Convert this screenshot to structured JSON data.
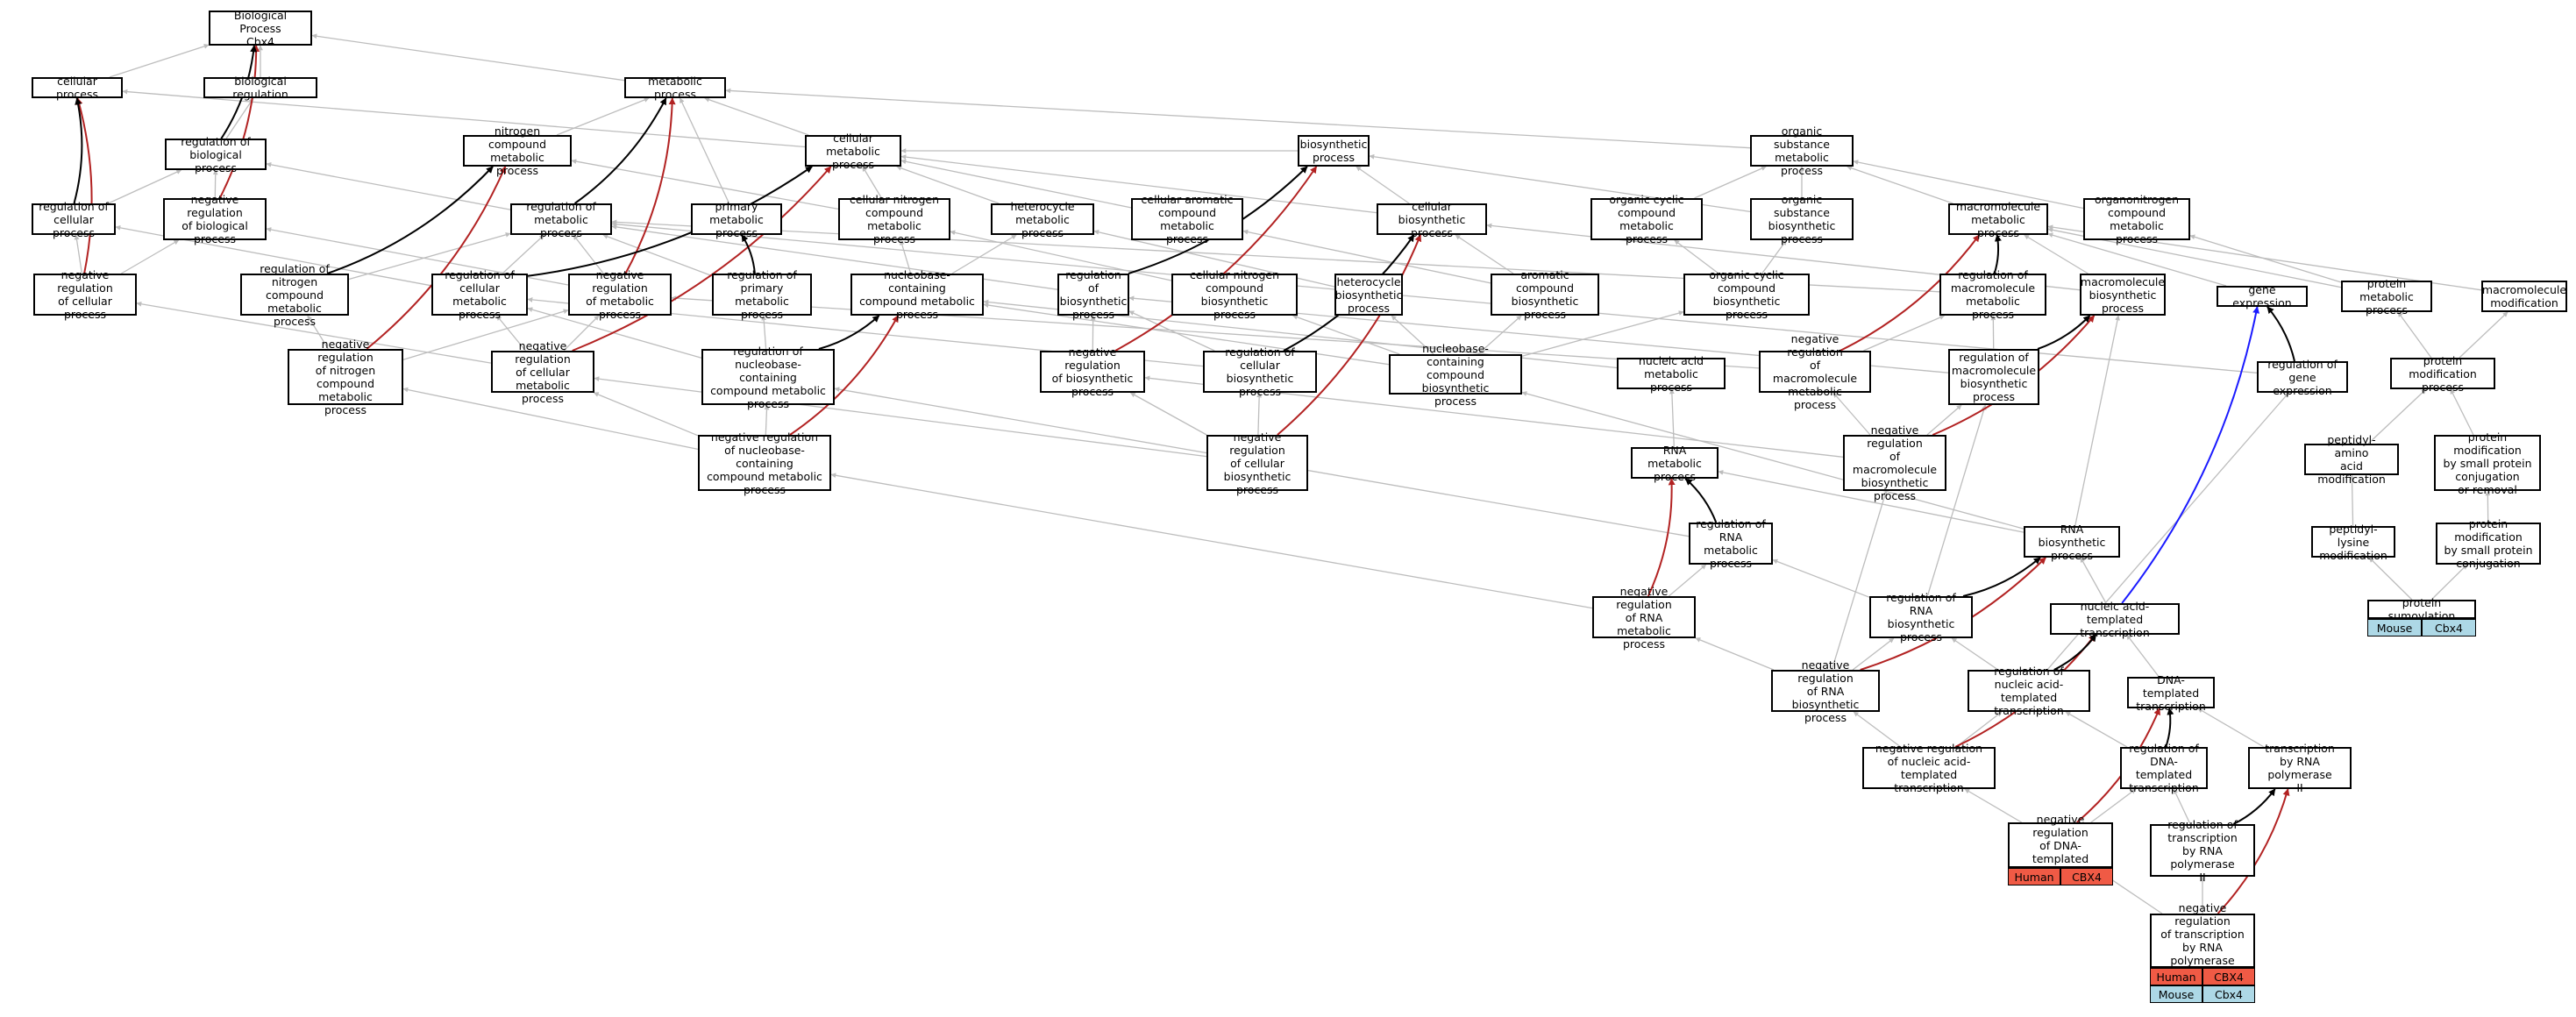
{
  "colors": {
    "black": "#000000",
    "gray": "#bdbdbd",
    "red": "#b22222",
    "blue": "#1a1aff",
    "human": "#f05a45",
    "mouse": "#add8e6"
  },
  "nodes": [
    {
      "id": "bp",
      "label": "Biological Process\nCbx4"
    },
    {
      "id": "cp",
      "label": "cellular process"
    },
    {
      "id": "br",
      "label": "biological regulation"
    },
    {
      "id": "mp",
      "label": "metabolic process"
    },
    {
      "id": "rbp",
      "label": "regulation of\nbiological process"
    },
    {
      "id": "ncmp",
      "label": "nitrogen compound\nmetabolic process"
    },
    {
      "id": "cmp",
      "label": "cellular metabolic\nprocess"
    },
    {
      "id": "bsp",
      "label": "biosynthetic\nprocess"
    },
    {
      "id": "osmp",
      "label": "organic substance\nmetabolic process"
    },
    {
      "id": "rcp",
      "label": "regulation of\ncellular process"
    },
    {
      "id": "nrbp",
      "label": "negative regulation\nof biological\nprocess"
    },
    {
      "id": "rmp",
      "label": "regulation of\nmetabolic process"
    },
    {
      "id": "pmp",
      "label": "primary metabolic\nprocess"
    },
    {
      "id": "cncmp",
      "label": "cellular nitrogen\ncompound metabolic\nprocess"
    },
    {
      "id": "hmp",
      "label": "heterocycle\nmetabolic process"
    },
    {
      "id": "cacmp",
      "label": "cellular aromatic\ncompound metabolic\nprocess"
    },
    {
      "id": "cbp",
      "label": "cellular biosynthetic\nprocess"
    },
    {
      "id": "occmp",
      "label": "organic cyclic\ncompound metabolic\nprocess"
    },
    {
      "id": "osbp",
      "label": "organic substance\nbiosynthetic\nprocess"
    },
    {
      "id": "mmp",
      "label": "macromolecule\nmetabolic process"
    },
    {
      "id": "oncmp",
      "label": "organonitrogen\ncompound metabolic\nprocess"
    },
    {
      "id": "nrcp",
      "label": "negative regulation\nof cellular\nprocess"
    },
    {
      "id": "rncmp",
      "label": "regulation of\nnitrogen compound\nmetabolic process"
    },
    {
      "id": "rcmp",
      "label": "regulation of\ncellular metabolic\nprocess"
    },
    {
      "id": "nrmp",
      "label": "negative regulation\nof metabolic\nprocess"
    },
    {
      "id": "rpmp",
      "label": "regulation of\nprimary metabolic\nprocess"
    },
    {
      "id": "nbcmp",
      "label": "nucleobase-containing\ncompound metabolic\nprocess"
    },
    {
      "id": "rbsp",
      "label": "regulation of\nbiosynthetic\nprocess"
    },
    {
      "id": "cncbp",
      "label": "cellular nitrogen\ncompound biosynthetic\nprocess"
    },
    {
      "id": "hbp",
      "label": "heterocycle\nbiosynthetic\nprocess"
    },
    {
      "id": "acbp",
      "label": "aromatic compound\nbiosynthetic\nprocess"
    },
    {
      "id": "occbp",
      "label": "organic cyclic\ncompound biosynthetic\nprocess"
    },
    {
      "id": "rmmp",
      "label": "regulation of\nmacromolecule\nmetabolic process"
    },
    {
      "id": "mbp",
      "label": "macromolecule\nbiosynthetic\nprocess"
    },
    {
      "id": "ge",
      "label": "gene expression"
    },
    {
      "id": "prmp",
      "label": "protein metabolic\nprocess"
    },
    {
      "id": "mmod",
      "label": "macromolecule\nmodification"
    },
    {
      "id": "nrncmp",
      "label": "negative regulation\nof nitrogen\ncompound metabolic\nprocess"
    },
    {
      "id": "nrcmp",
      "label": "negative regulation\nof cellular\nmetabolic process"
    },
    {
      "id": "rnbcmp",
      "label": "regulation of\nnucleobase-containing\ncompound metabolic\nprocess"
    },
    {
      "id": "nrbsp",
      "label": "negative regulation\nof biosynthetic\nprocess"
    },
    {
      "id": "rcbp",
      "label": "regulation of\ncellular biosynthetic\nprocess"
    },
    {
      "id": "nbcbp",
      "label": "nucleobase-containing\ncompound biosynthetic\nprocess"
    },
    {
      "id": "namp",
      "label": "nucleic acid\nmetabolic process"
    },
    {
      "id": "nrmmp",
      "label": "negative regulation\nof macromolecule\nmetabolic process"
    },
    {
      "id": "rmbp",
      "label": "regulation of\nmacromolecule\nbiosynthetic\nprocess"
    },
    {
      "id": "rge",
      "label": "regulation of\ngene expression"
    },
    {
      "id": "pmod",
      "label": "protein modification\nprocess"
    },
    {
      "id": "nrnbcmp",
      "label": "negative regulation\nof nucleobase-containing\ncompound metabolic\nprocess"
    },
    {
      "id": "nrcbp",
      "label": "negative regulation\nof cellular\nbiosynthetic\nprocess"
    },
    {
      "id": "nrmbp",
      "label": "negative regulation\nof macromolecule\nbiosynthetic\nprocess"
    },
    {
      "id": "rnamp",
      "label": "RNA metabolic\nprocess"
    },
    {
      "id": "pam",
      "label": "peptidyl-amino\nacid modification"
    },
    {
      "id": "pmsp",
      "label": "protein modification\nby small protein\nconjugation\nor removal"
    },
    {
      "id": "rrnamp",
      "label": "regulation of\nRNA metabolic\nprocess"
    },
    {
      "id": "rnabp",
      "label": "RNA biosynthetic\nprocess"
    },
    {
      "id": "plm",
      "label": "peptidyl-lysine\nmodification"
    },
    {
      "id": "pmspc",
      "label": "protein modification\nby small protein\nconjugation"
    },
    {
      "id": "nrrnamp",
      "label": "negative regulation\nof RNA metabolic\nprocess"
    },
    {
      "id": "rrnabp",
      "label": "regulation of\nRNA biosynthetic\nprocess"
    },
    {
      "id": "natt",
      "label": "nucleic acid-templated\ntranscription"
    },
    {
      "id": "ps",
      "label": "protein sumoylation"
    },
    {
      "id": "nrrnabp",
      "label": "negative regulation\nof RNA biosynthetic\nprocess"
    },
    {
      "id": "rnatt",
      "label": "regulation of\nnucleic acid-templated\ntranscription"
    },
    {
      "id": "dtt",
      "label": "DNA-templated\ntranscription"
    },
    {
      "id": "nrnatt",
      "label": "negative regulation\nof nucleic acid-templated\ntranscription"
    },
    {
      "id": "rdtt",
      "label": "regulation of\nDNA-templated\ntranscription"
    },
    {
      "id": "tp2",
      "label": "transcription\nby RNA polymerase\nII"
    },
    {
      "id": "nrdtt",
      "label": "negative regulation\nof DNA-templated\ntranscription"
    },
    {
      "id": "rtp2",
      "label": "regulation of\ntranscription\nby RNA polymerase\nII"
    },
    {
      "id": "nrtp2",
      "label": "negative regulation\nof transcription\nby RNA polymerase\nII"
    }
  ],
  "annotations": [
    {
      "node": "nrdtt",
      "species": "Human",
      "gene": "CBX4",
      "color": "#f05a45"
    },
    {
      "node": "nrtp2",
      "species": "Human",
      "gene": "CBX4",
      "color": "#f05a45"
    },
    {
      "node": "nrtp2",
      "species": "Mouse",
      "gene": "Cbx4",
      "color": "#add8e6"
    },
    {
      "node": "ps",
      "species": "Mouse",
      "gene": "Cbx4",
      "color": "#add8e6"
    }
  ],
  "edges": [
    [
      "cp",
      "bp",
      "g"
    ],
    [
      "br",
      "bp",
      "g"
    ],
    [
      "mp",
      "bp",
      "g"
    ],
    [
      "rbp",
      "br",
      "g"
    ],
    [
      "rbp",
      "bp",
      "k"
    ],
    [
      "nrbp",
      "bp",
      "r"
    ],
    [
      "nrbp",
      "rbp",
      "g"
    ],
    [
      "rcp",
      "cp",
      "k"
    ],
    [
      "rcp",
      "rbp",
      "g"
    ],
    [
      "nrcp",
      "cp",
      "r"
    ],
    [
      "nrcp",
      "rcp",
      "g"
    ],
    [
      "nrcp",
      "nrbp",
      "g"
    ],
    [
      "ncmp",
      "mp",
      "g"
    ],
    [
      "cmp",
      "mp",
      "g"
    ],
    [
      "cmp",
      "cp",
      "g"
    ],
    [
      "osmp",
      "mp",
      "g"
    ],
    [
      "pmp",
      "mp",
      "g"
    ],
    [
      "rmp",
      "mp",
      "k"
    ],
    [
      "rmp",
      "rbp",
      "g"
    ],
    [
      "nrmp",
      "mp",
      "r"
    ],
    [
      "nrmp",
      "rmp",
      "g"
    ],
    [
      "nrmp",
      "nrbp",
      "g"
    ],
    [
      "bsp",
      "cmp",
      "g"
    ],
    [
      "cncmp",
      "cmp",
      "g"
    ],
    [
      "cncmp",
      "ncmp",
      "g"
    ],
    [
      "hmp",
      "cmp",
      "g"
    ],
    [
      "cacmp",
      "cmp",
      "g"
    ],
    [
      "occmp",
      "osmp",
      "g"
    ],
    [
      "osbp",
      "osmp",
      "g"
    ],
    [
      "osbp",
      "bsp",
      "g"
    ],
    [
      "mmp",
      "osmp",
      "g"
    ],
    [
      "oncmp",
      "osmp",
      "g"
    ],
    [
      "cbp",
      "bsp",
      "g"
    ],
    [
      "cbp",
      "cmp",
      "g"
    ],
    [
      "rncmp",
      "ncmp",
      "k"
    ],
    [
      "rncmp",
      "rmp",
      "g"
    ],
    [
      "rcmp",
      "cmp",
      "k"
    ],
    [
      "rcmp",
      "rmp",
      "g"
    ],
    [
      "rcmp",
      "rcp",
      "g"
    ],
    [
      "rpmp",
      "pmp",
      "k"
    ],
    [
      "rpmp",
      "rmp",
      "g"
    ],
    [
      "nbcmp",
      "cncmp",
      "g"
    ],
    [
      "nbcmp",
      "hmp",
      "g"
    ],
    [
      "rbsp",
      "bsp",
      "k"
    ],
    [
      "rbsp",
      "rmp",
      "g"
    ],
    [
      "cncbp",
      "cncmp",
      "g"
    ],
    [
      "hbp",
      "hmp",
      "g"
    ],
    [
      "acbp",
      "cacmp",
      "g"
    ],
    [
      "acbp",
      "cbp",
      "g"
    ],
    [
      "occbp",
      "occmp",
      "g"
    ],
    [
      "occbp",
      "osbp",
      "g"
    ],
    [
      "rmmp",
      "mmp",
      "k"
    ],
    [
      "rmmp",
      "rmp",
      "g"
    ],
    [
      "mbp",
      "mmp",
      "g"
    ],
    [
      "mbp",
      "cbp",
      "g"
    ],
    [
      "ge",
      "mmp",
      "g"
    ],
    [
      "prmp",
      "mmp",
      "g"
    ],
    [
      "prmp",
      "oncmp",
      "g"
    ],
    [
      "mmod",
      "mmp",
      "g"
    ],
    [
      "nrncmp",
      "ncmp",
      "r"
    ],
    [
      "nrncmp",
      "rncmp",
      "g"
    ],
    [
      "nrncmp",
      "nrmp",
      "g"
    ],
    [
      "nrcmp",
      "cmp",
      "r"
    ],
    [
      "nrcmp",
      "rcmp",
      "g"
    ],
    [
      "nrcmp",
      "nrmp",
      "g"
    ],
    [
      "nrcmp",
      "nrcp",
      "g"
    ],
    [
      "rnbcmp",
      "nbcmp",
      "k"
    ],
    [
      "rnbcmp",
      "rpmp",
      "g"
    ],
    [
      "rnbcmp",
      "rcmp",
      "g"
    ],
    [
      "nrbsp",
      "bsp",
      "r"
    ],
    [
      "nrbsp",
      "rbsp",
      "g"
    ],
    [
      "rcbp",
      "cbp",
      "k"
    ],
    [
      "rcbp",
      "rbsp",
      "g"
    ],
    [
      "rcbp",
      "rcmp",
      "g"
    ],
    [
      "nbcbp",
      "nbcmp",
      "g"
    ],
    [
      "nbcbp",
      "cncbp",
      "g"
    ],
    [
      "nbcbp",
      "hbp",
      "g"
    ],
    [
      "nbcbp",
      "acbp",
      "g"
    ],
    [
      "nbcbp",
      "occbp",
      "g"
    ],
    [
      "namp",
      "nbcmp",
      "g"
    ],
    [
      "nrmmp",
      "mmp",
      "r"
    ],
    [
      "nrmmp",
      "rmmp",
      "g"
    ],
    [
      "nrmmp",
      "nrmp",
      "g"
    ],
    [
      "rmbp",
      "mbp",
      "k"
    ],
    [
      "rmbp",
      "rmmp",
      "g"
    ],
    [
      "rmbp",
      "rbsp",
      "g"
    ],
    [
      "rge",
      "ge",
      "k"
    ],
    [
      "rge",
      "rmp",
      "g"
    ],
    [
      "pmod",
      "prmp",
      "g"
    ],
    [
      "pmod",
      "mmod",
      "g"
    ],
    [
      "nrnbcmp",
      "nbcmp",
      "r"
    ],
    [
      "nrnbcmp",
      "rnbcmp",
      "g"
    ],
    [
      "nrnbcmp",
      "nrcmp",
      "g"
    ],
    [
      "nrnbcmp",
      "nrncmp",
      "g"
    ],
    [
      "nrcbp",
      "cbp",
      "r"
    ],
    [
      "nrcbp",
      "rcbp",
      "g"
    ],
    [
      "nrcbp",
      "nrbsp",
      "g"
    ],
    [
      "nrcbp",
      "nrcmp",
      "g"
    ],
    [
      "nrmbp",
      "mbp",
      "r"
    ],
    [
      "nrmbp",
      "rmbp",
      "g"
    ],
    [
      "nrmbp",
      "nrbsp",
      "g"
    ],
    [
      "nrmbp",
      "nrmmp",
      "g"
    ],
    [
      "rnamp",
      "namp",
      "g"
    ],
    [
      "pam",
      "pmod",
      "g"
    ],
    [
      "pmsp",
      "pmod",
      "g"
    ],
    [
      "rrnamp",
      "rnamp",
      "k"
    ],
    [
      "rrnamp",
      "rnbcmp",
      "g"
    ],
    [
      "rnabp",
      "rnamp",
      "g"
    ],
    [
      "rnabp",
      "mbp",
      "g"
    ],
    [
      "rnabp",
      "nbcbp",
      "g"
    ],
    [
      "plm",
      "pam",
      "g"
    ],
    [
      "pmspc",
      "pmsp",
      "g"
    ],
    [
      "nrrnamp",
      "rnamp",
      "r"
    ],
    [
      "nrrnamp",
      "rrnamp",
      "g"
    ],
    [
      "nrrnamp",
      "nrnbcmp",
      "g"
    ],
    [
      "rrnabp",
      "rnabp",
      "k"
    ],
    [
      "rrnabp",
      "rrnamp",
      "g"
    ],
    [
      "rrnabp",
      "rmbp",
      "g"
    ],
    [
      "natt",
      "rnabp",
      "g"
    ],
    [
      "natt",
      "ge",
      "b"
    ],
    [
      "ps",
      "plm",
      "g"
    ],
    [
      "ps",
      "pmspc",
      "g"
    ],
    [
      "nrrnabp",
      "rnabp",
      "r"
    ],
    [
      "nrrnabp",
      "rrnabp",
      "g"
    ],
    [
      "nrrnabp",
      "nrrnamp",
      "g"
    ],
    [
      "nrrnabp",
      "nrmbp",
      "g"
    ],
    [
      "rnatt",
      "natt",
      "k"
    ],
    [
      "rnatt",
      "rrnabp",
      "g"
    ],
    [
      "rnatt",
      "rge",
      "g"
    ],
    [
      "dtt",
      "natt",
      "g"
    ],
    [
      "nrnatt",
      "natt",
      "r"
    ],
    [
      "nrnatt",
      "rnatt",
      "g"
    ],
    [
      "nrnatt",
      "nrrnabp",
      "g"
    ],
    [
      "rdtt",
      "dtt",
      "k"
    ],
    [
      "rdtt",
      "rnatt",
      "g"
    ],
    [
      "tp2",
      "dtt",
      "g"
    ],
    [
      "nrdtt",
      "dtt",
      "r"
    ],
    [
      "nrdtt",
      "rdtt",
      "g"
    ],
    [
      "nrdtt",
      "nrnatt",
      "g"
    ],
    [
      "rtp2",
      "tp2",
      "k"
    ],
    [
      "rtp2",
      "rdtt",
      "g"
    ],
    [
      "nrtp2",
      "tp2",
      "r"
    ],
    [
      "nrtp2",
      "rtp2",
      "g"
    ],
    [
      "nrtp2",
      "nrdtt",
      "g"
    ]
  ]
}
